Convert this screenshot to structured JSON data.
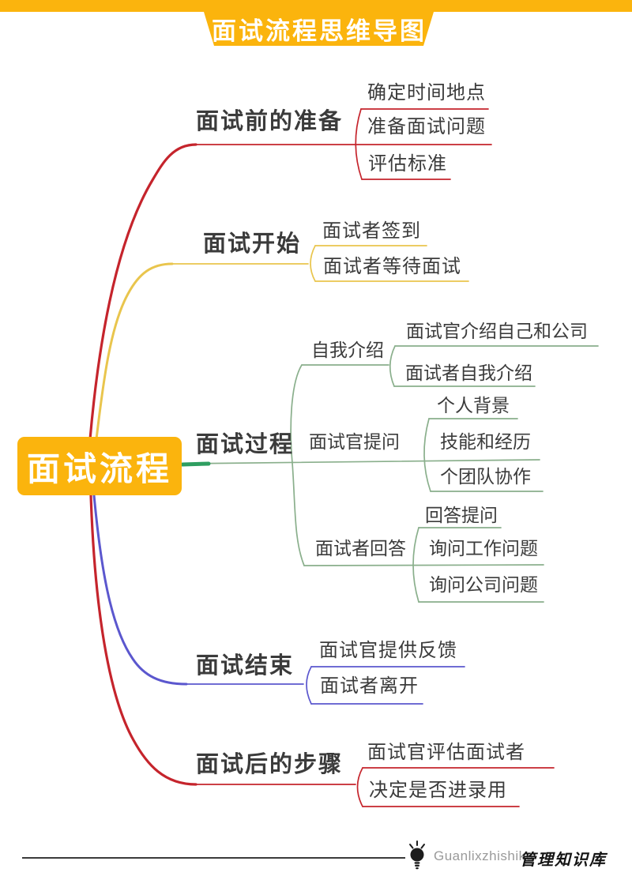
{
  "banner": {
    "title": "面试流程思维导图",
    "background": "#FBB40D",
    "text_color": "#FFFFFF"
  },
  "mindmap": {
    "root": {
      "label": "面试流程",
      "background": "#FBB40D",
      "text_color": "#FFFFFF"
    },
    "text_color": "#3B3B3B",
    "branches": [
      {
        "label": "面试前的准备",
        "line_color": "#C5242C",
        "children": [
          {
            "label": "确定时间地点"
          },
          {
            "label": "准备面试问题"
          },
          {
            "label": "评估标准"
          }
        ]
      },
      {
        "label": "面试开始",
        "line_color": "#E9C54D",
        "children": [
          {
            "label": "面试者签到"
          },
          {
            "label": "面试者等待面试"
          }
        ]
      },
      {
        "label": "面试过程",
        "line_color": "#8AAF8C",
        "accent_color": "#2E9E60",
        "children": [
          {
            "label": "自我介绍",
            "children": [
              {
                "label": "面试官介绍自己和公司"
              },
              {
                "label": "面试者自我介绍"
              }
            ]
          },
          {
            "label": "面试官提问",
            "children": [
              {
                "label": "个人背景"
              },
              {
                "label": "技能和经历"
              },
              {
                "label": "个团队协作"
              }
            ]
          },
          {
            "label": "面试者回答",
            "children": [
              {
                "label": "回答提问"
              },
              {
                "label": "询问工作问题"
              },
              {
                "label": "询问公司问题"
              }
            ]
          }
        ]
      },
      {
        "label": "面试结束",
        "line_color": "#5B57CE",
        "children": [
          {
            "label": "面试官提供反馈"
          },
          {
            "label": "面试者离开"
          }
        ]
      },
      {
        "label": "面试后的步骤",
        "line_color": "#C5242C",
        "children": [
          {
            "label": "面试官评估面试者"
          },
          {
            "label": "决定是否进录用"
          }
        ]
      }
    ]
  },
  "footer": {
    "brand_latin": "Guanlixzhishiku",
    "brand_cn": "管理知识库",
    "icon": "lightbulb-icon",
    "line_color": "#3B3B3B"
  }
}
